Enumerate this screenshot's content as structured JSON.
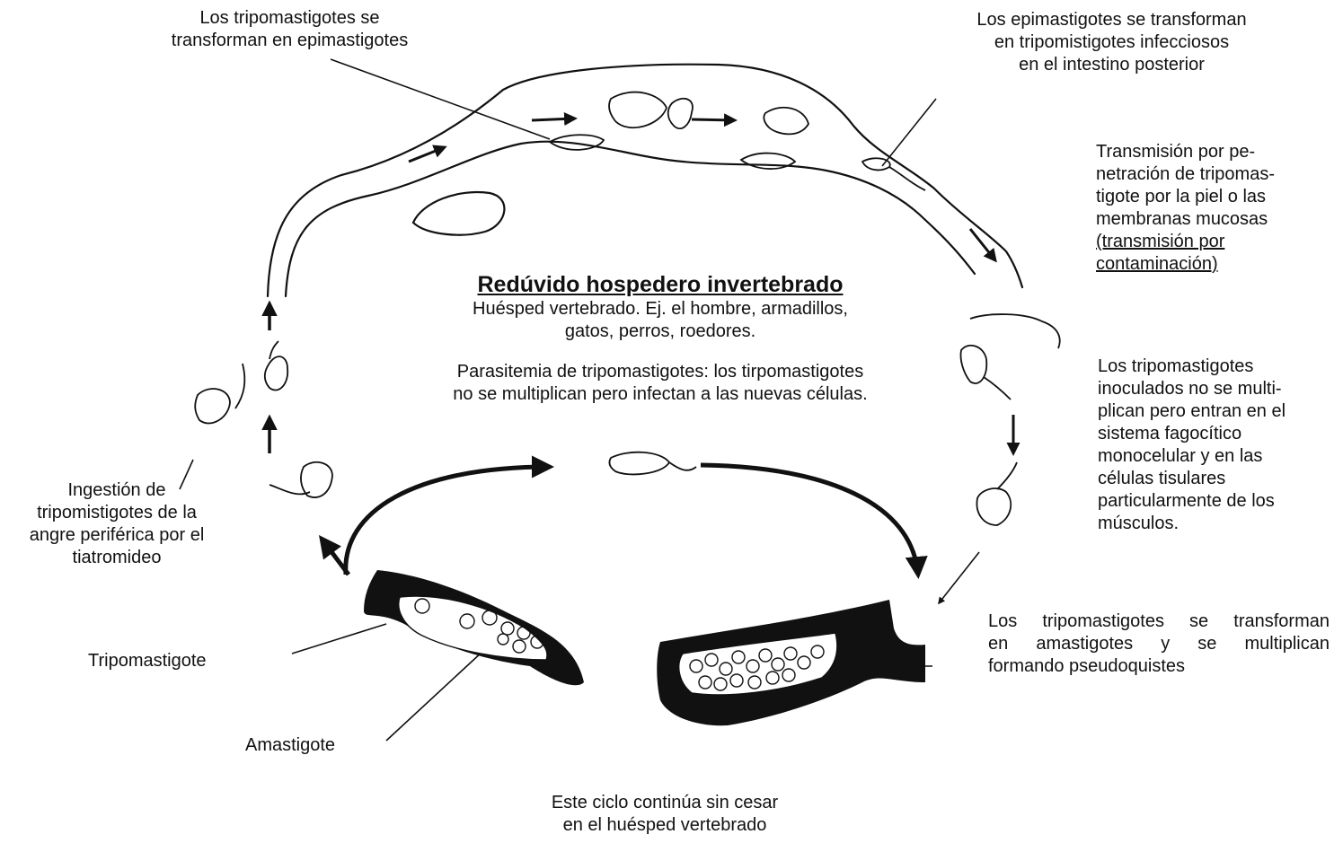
{
  "labels": {
    "top_left": [
      "Los tripomastigotes se",
      "transforman en epimastigotes"
    ],
    "top_right": [
      "Los epimastigotes se transforman",
      "en tripomistigotes infecciosos",
      "en el intestino posterior"
    ],
    "right_transmission": [
      "Transmisión por pe-",
      "netración de tripomas-",
      "tigote por la piel o las",
      "membranas mucosas"
    ],
    "right_transmission_underlined": [
      "(transmisión por",
      "contaminación)"
    ],
    "center_title": "Redúvido hospedero invertebrado",
    "center_host": [
      "Huésped vertebrado. Ej. el hombre, armadillos,",
      "gatos, perros, roedores."
    ],
    "center_parasitemia": [
      "Parasitemia de tripomastigotes: los tirpomastigotes",
      "no se multiplican pero infectan a las nuevas células."
    ],
    "right_inoculated": [
      "Los tripomastigotes",
      "inoculados no se multi-",
      "plican pero entran en el",
      "sistema fagocítico",
      "monocelular y en las",
      "células tisulares",
      "particularmente de los",
      "músculos."
    ],
    "left_ingestion": [
      "Ingestión de",
      "tripomistigotes de la",
      "angre periférica por el",
      "tiatromideo"
    ],
    "tripomastigote": "Tripomastigote",
    "amastigote": "Amastigote",
    "right_bottom": [
      "Los tripomastigotes se transforman",
      "en amastigotes y se multiplican",
      "formando pseudoquistes"
    ],
    "bottom": [
      "Este ciclo continúa sin cesar",
      "en el huésped vertebrado"
    ]
  },
  "colors": {
    "ink": "#111111",
    "background": "#ffffff"
  }
}
